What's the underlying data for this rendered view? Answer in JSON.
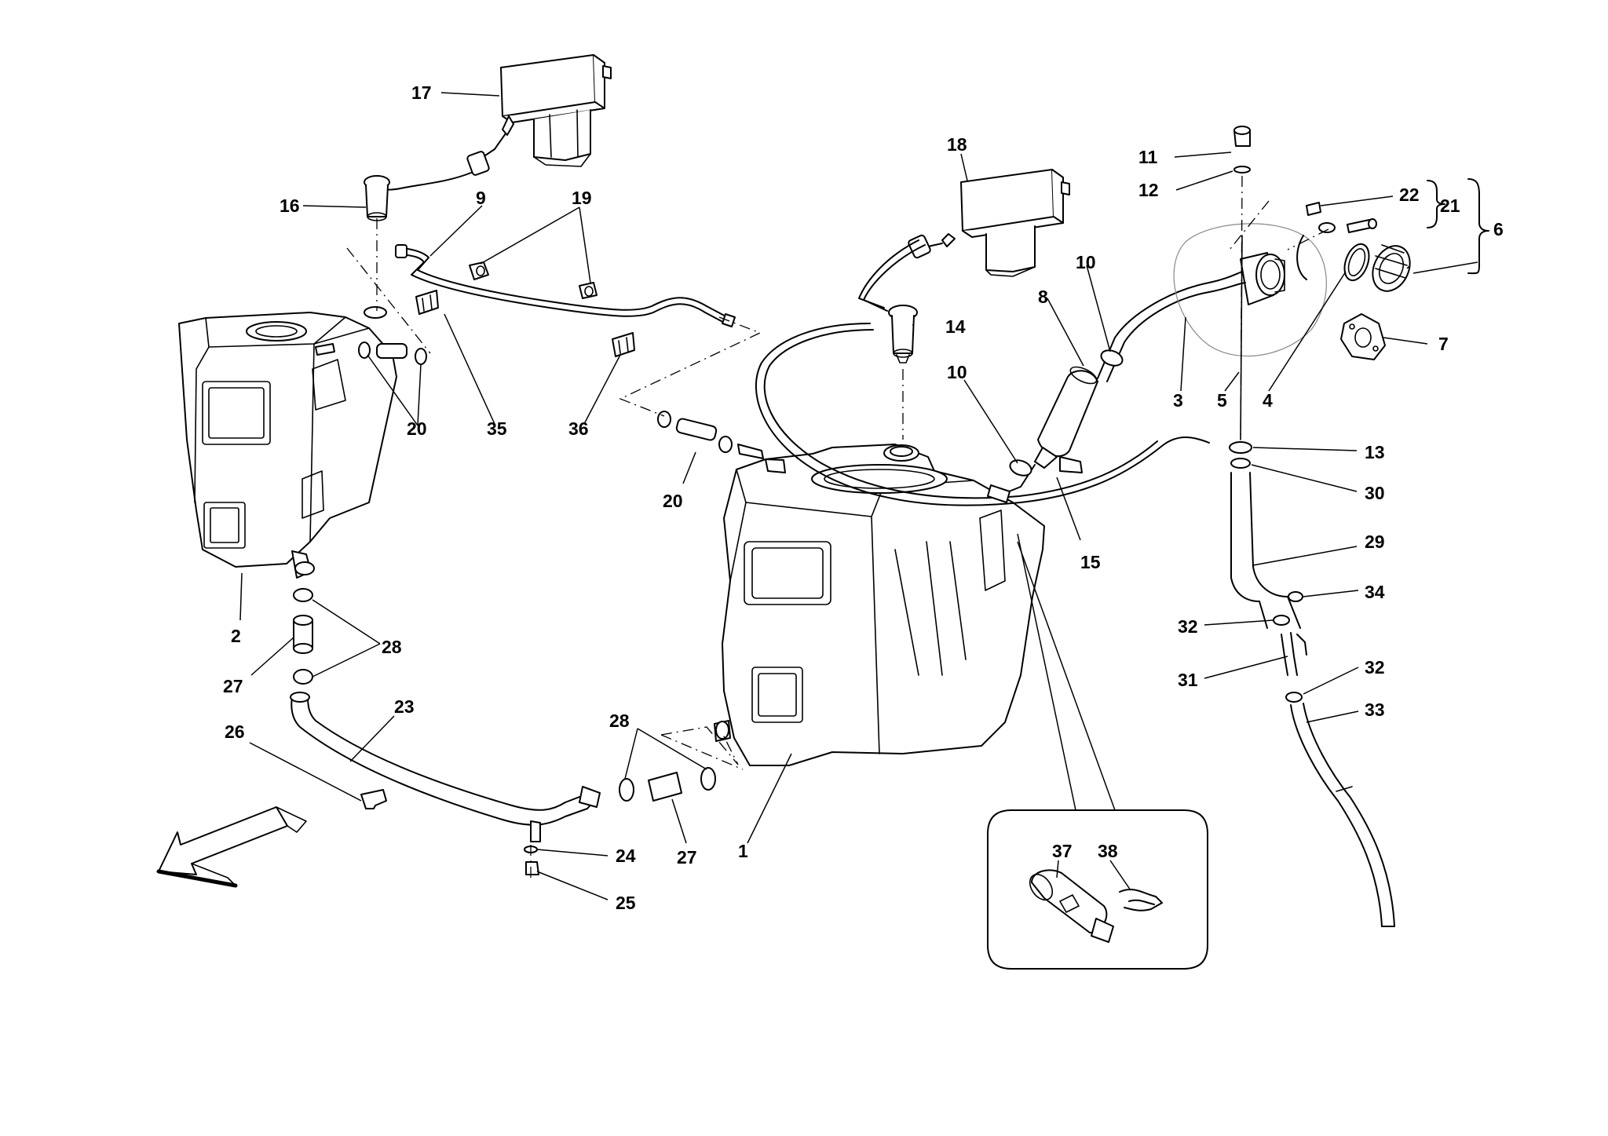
{
  "callouts": [
    {
      "number": "1"
    },
    {
      "number": "2"
    },
    {
      "number": "3"
    },
    {
      "number": "4"
    },
    {
      "number": "5"
    },
    {
      "number": "6"
    },
    {
      "number": "7"
    },
    {
      "number": "8"
    },
    {
      "number": "9"
    },
    {
      "number": "10"
    },
    {
      "number": "10"
    },
    {
      "number": "11"
    },
    {
      "number": "12"
    },
    {
      "number": "13"
    },
    {
      "number": "14"
    },
    {
      "number": "15"
    },
    {
      "number": "16"
    },
    {
      "number": "17"
    },
    {
      "number": "18"
    },
    {
      "number": "19"
    },
    {
      "number": "20"
    },
    {
      "number": "20"
    },
    {
      "number": "21"
    },
    {
      "number": "22"
    },
    {
      "number": "23"
    },
    {
      "number": "24"
    },
    {
      "number": "25"
    },
    {
      "number": "26"
    },
    {
      "number": "27"
    },
    {
      "number": "27"
    },
    {
      "number": "28"
    },
    {
      "number": "28"
    },
    {
      "number": "29"
    },
    {
      "number": "30"
    },
    {
      "number": "31"
    },
    {
      "number": "32"
    },
    {
      "number": "32"
    },
    {
      "number": "33"
    },
    {
      "number": "34"
    },
    {
      "number": "35"
    },
    {
      "number": "36"
    },
    {
      "number": "37"
    },
    {
      "number": "38"
    }
  ],
  "braces": [
    {
      "symbol": "}"
    }
  ],
  "colors": {
    "line": "#000000",
    "background": "#ffffff",
    "detail_grey": "#888888"
  }
}
